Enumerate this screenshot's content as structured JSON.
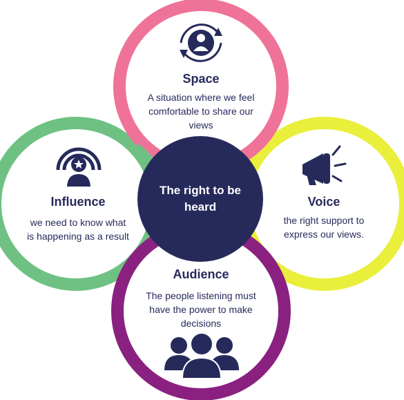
{
  "center": {
    "label": "The right to be heard"
  },
  "circles": {
    "space": {
      "title": "Space",
      "description": "A situation where we feel comfortable to share our views",
      "icon": "person-cycle-icon",
      "color": "#ef7398"
    },
    "influence": {
      "title": "Influence",
      "description": "we need to know what is happening as a result",
      "icon": "star-broadcast-icon",
      "color": "#6ec182"
    },
    "voice": {
      "title": "Voice",
      "description": "the right support to express our views.",
      "icon": "megaphone-icon",
      "color": "#e9ef3a"
    },
    "audience": {
      "title": "Audience",
      "description": "The people listening must have the power to make decisions",
      "icon": "group-of-people-icon",
      "color": "#8a2180"
    }
  },
  "colors": {
    "navy": "#262a5b",
    "center_fill": "#262a5b"
  }
}
